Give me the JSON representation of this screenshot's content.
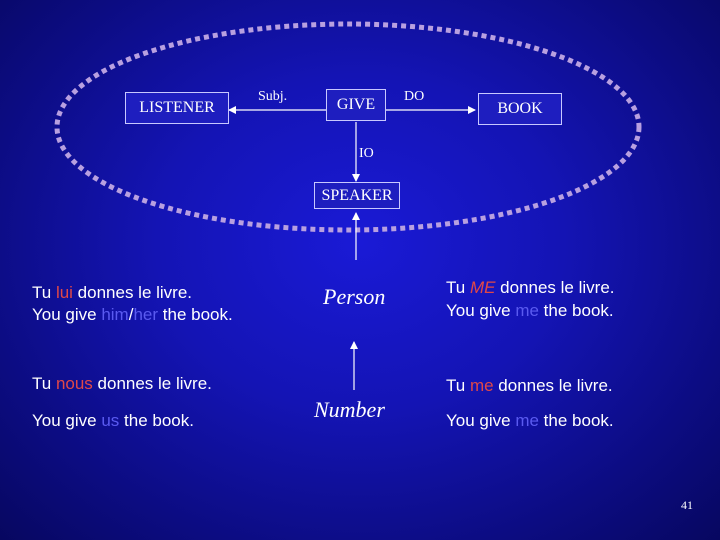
{
  "diagram": {
    "nodes": {
      "listener": "LISTENER",
      "give": "GIVE",
      "book": "BOOK",
      "speaker": "SPEAKER"
    },
    "edge_labels": {
      "subj": "Subj.",
      "do": "DO",
      "io": "IO"
    },
    "colors": {
      "background": "#1414b4",
      "ellipse": "#b8a0e0",
      "highlight_red": "#e04848",
      "highlight_blue": "#5a5af0"
    }
  },
  "center": {
    "person": "Person",
    "number": "Number"
  },
  "left": {
    "row1_fr": {
      "a": "Tu ",
      "pron": "lui",
      "b": " donnes le livre."
    },
    "row1_en": {
      "a": "You give ",
      "pron1": "him",
      "slash": "/",
      "pron2": "her",
      "b": " the book."
    },
    "row2_fr": {
      "a": "Tu ",
      "pron": "nous",
      "b": " donnes le livre."
    },
    "row2_en": {
      "a": "You give ",
      "pron": "us",
      "b": " the book."
    }
  },
  "right": {
    "row1_fr": {
      "a": "Tu ",
      "pron": "ME",
      "b": " donnes le livre."
    },
    "row1_en": {
      "a": "You give ",
      "pron": "me",
      "b": " the book."
    },
    "row2_fr": {
      "a": "Tu ",
      "pron": "me",
      "b": " donnes le livre."
    },
    "row2_en": {
      "a": "You give ",
      "pron": "me",
      "b": " the book."
    }
  },
  "page_number": "41"
}
